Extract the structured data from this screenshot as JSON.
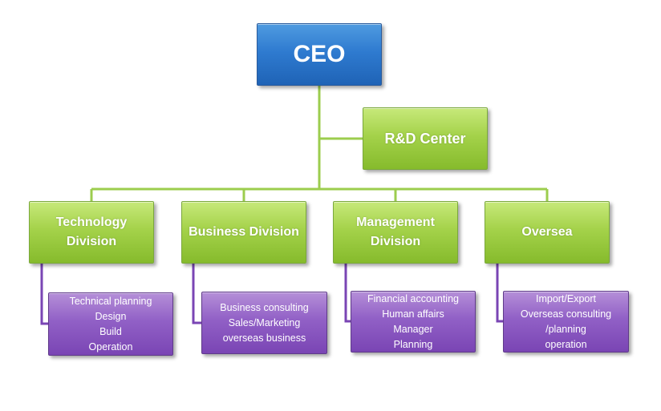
{
  "ceo": {
    "label": "CEO"
  },
  "rd_center": {
    "label": "R&D Center"
  },
  "divisions": [
    {
      "line1": "Technology",
      "line2": "Division"
    },
    {
      "line1": "Business Division",
      "line2": ""
    },
    {
      "line1": "Management",
      "line2": "Division"
    },
    {
      "line1": "Oversea",
      "line2": ""
    }
  ],
  "sub_units": [
    {
      "items": [
        "Technical planning",
        "Design",
        "Build",
        "Operation"
      ]
    },
    {
      "items": [
        "Business consulting",
        "Sales/Marketing",
        "overseas business"
      ]
    },
    {
      "items": [
        "Financial accounting",
        "Human affairs",
        "Manager",
        "Planning"
      ]
    },
    {
      "items": [
        "Import/Export",
        "Overseas consulting",
        "/planning",
        "operation"
      ]
    }
  ],
  "colors": {
    "ceo": "#2f7bd0",
    "green": "#a4d24a",
    "purple": "#9160c6",
    "green_line": "#9ccd4e",
    "purple_line": "#7a45b4"
  }
}
